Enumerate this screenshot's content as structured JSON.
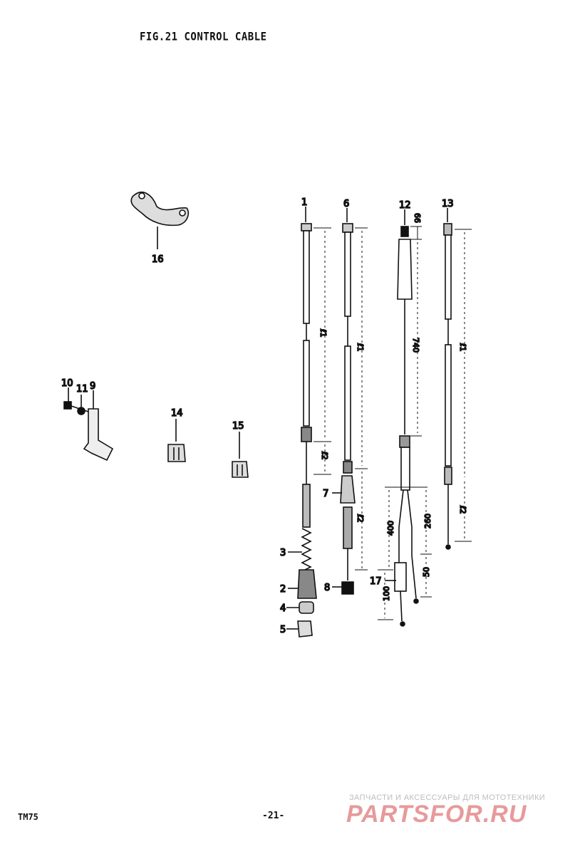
{
  "figure": {
    "title": "FIG.21  CONTROL CABLE"
  },
  "footer": {
    "model": "TM75",
    "page": "-21-"
  },
  "watermark": {
    "tagline": "ЗАПЧАСТИ И АКСЕССУАРЫ ДЛЯ МОТОТЕХНИКИ",
    "logo": "PARTSFOR.RU"
  },
  "callouts": {
    "p1": "1",
    "p2": "2",
    "p3": "3",
    "p4": "4",
    "p5": "5",
    "p6": "6",
    "p7": "7",
    "p8": "8",
    "p9": "9",
    "p10": "10",
    "p11": "11",
    "p12": "12",
    "p13": "13",
    "p14": "14",
    "p15": "15",
    "p16": "16",
    "p17": "17"
  },
  "dimensions": {
    "l1_a": "ℓ1",
    "l2_a": "ℓ2",
    "l1_b": "ℓ1",
    "l2_b": "ℓ2",
    "l1_c": "ℓ1",
    "l2_c": "ℓ2",
    "d66": "66",
    "d740": "740",
    "d400": "400",
    "d260": "260",
    "d100": "100",
    "d50": "50"
  },
  "colors": {
    "ink": "#111111",
    "paper": "#ffffff",
    "watermark_logo": "#e79a9a",
    "watermark_text": "#bdbdbd"
  }
}
